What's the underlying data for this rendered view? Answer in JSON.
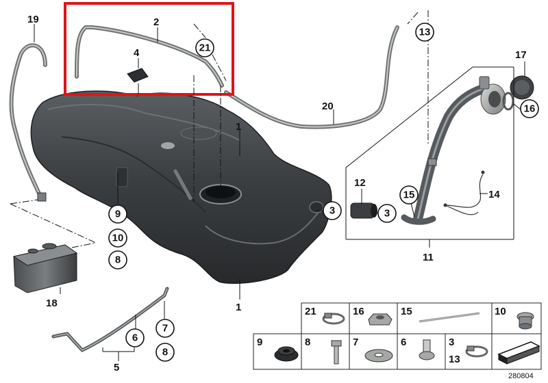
{
  "labels": {
    "l1": "1",
    "l2": "2",
    "l3a": "3",
    "l3b": "3",
    "l4": "4",
    "l5": "5",
    "l6": "6",
    "l7": "7",
    "l8a": "8",
    "l8b": "8",
    "l9": "9",
    "l10": "10",
    "l11": "11",
    "l12": "12",
    "l13": "13",
    "l14": "14",
    "l15": "15",
    "l16": "16",
    "l17": "17",
    "l18": "18",
    "l19": "19",
    "l20": "20",
    "l21": "21"
  },
  "legend": {
    "c21": "21",
    "c16": "16",
    "c15": "15",
    "c10": "10",
    "c9": "9",
    "c8": "8",
    "c7": "7",
    "c6": "6",
    "c3": "3",
    "c13": "13"
  },
  "doc_number": "280804",
  "colors": {
    "highlight": "#e0131a",
    "tank": "#3b3e40",
    "pipe": "#6f7370"
  }
}
